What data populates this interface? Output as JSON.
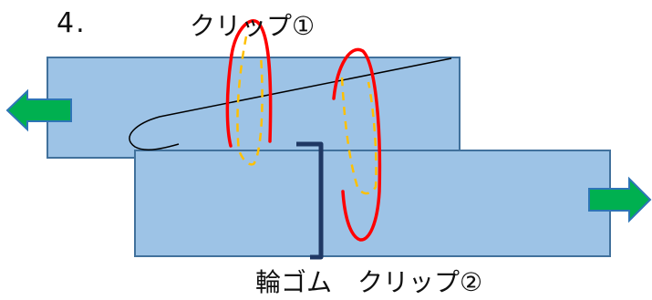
{
  "labels": {
    "step": "4.",
    "clip1": "クリップ①",
    "rubber_band": "輪ゴム",
    "clip2": "クリップ②"
  },
  "colors": {
    "board_fill": "#9dc3e6",
    "board_stroke": "#41719c",
    "arrow_fill": "#00b050",
    "arrow_stroke": "#2e75b6",
    "clip_solid": "#ff0000",
    "clip_dashed": "#ffc000",
    "rubber_band": "#1f3864",
    "line": "#000000"
  },
  "icons": {
    "left_arrow": "arrow-left",
    "right_arrow": "arrow-right"
  }
}
